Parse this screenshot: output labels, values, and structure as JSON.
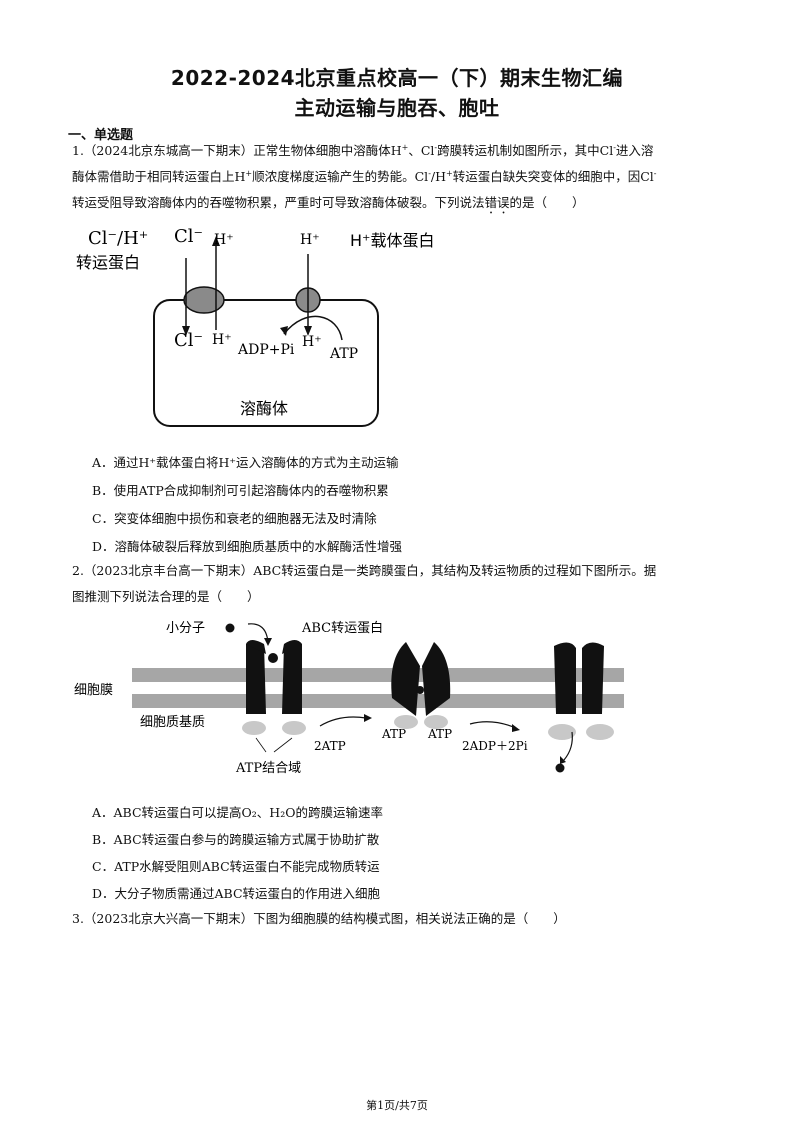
{
  "header": {
    "title_line1": "2022-2024北京重点校高一（下）期末生物汇编",
    "title_line2": "主动运输与胞吞、胞吐"
  },
  "section_title": "一、单选题",
  "q1": {
    "source": "1.（2024北京东城高一下期末）",
    "stem_a": "正常生物体细胞中溶酶体H",
    "stem_b": "、Cl",
    "stem_c": "跨膜转运机制如图所示，其中Cl",
    "stem_d": "进入溶",
    "line2_a": "酶体需借助于相同转运蛋白上H",
    "line2_b": "顺浓度梯度运输产生的势能。Cl",
    "line2_c": "/H",
    "line2_d": "转运蛋白缺失突变体的细胞中，因Cl",
    "line3_a": "转运受阻导致溶酶体内的吞噬物积累，严重时可导致溶酶体破裂。下列说法",
    "line3_emph": "错误",
    "line3_b": "的是（　　）",
    "sup_plus": "+",
    "sup_minus": "-",
    "diagram": {
      "label_cl_h": "Cl⁻/H⁺",
      "label_transporter": "转运蛋白",
      "label_cl_top": "Cl⁻",
      "label_h_top": "H⁺",
      "label_h_top2": "H⁺",
      "label_carrier": "H⁺载体蛋白",
      "label_cl_bottom": "Cl⁻",
      "label_h_bottom": "H⁺",
      "label_adp": "ADP+Pi",
      "label_h_bottom2": "H⁺",
      "label_atp": "ATP",
      "label_lysosome": "溶酶体"
    },
    "options": [
      "A．通过H⁺载体蛋白将H⁺运入溶酶体的方式为主动运输",
      "B．使用ATP合成抑制剂可引起溶酶体内的吞噬物积累",
      "C．突变体细胞中损伤和衰老的细胞器无法及时清除",
      "D．溶酶体破裂后释放到细胞质基质中的水解酶活性增强"
    ]
  },
  "q2": {
    "line1": "2.（2023北京丰台高一下期末）ABC转运蛋白是一类跨膜蛋白，其结构及转运物质的过程如下图所示。据",
    "line2": "图推测下列说法合理的是（　　）",
    "diagram": {
      "label_small_molecule": "小分子",
      "label_abc": "ABC转运蛋白",
      "label_membrane": "细胞膜",
      "label_matrix": "细胞质基质",
      "label_2atp": "2ATP",
      "label_atp1": "ATP",
      "label_atp2": "ATP",
      "label_2adp": "2ADP＋2Pi",
      "label_binding": "ATP结合域"
    },
    "options": [
      "A．ABC转运蛋白可以提高O₂、H₂O的跨膜运输速率",
      "B．ABC转运蛋白参与的跨膜运输方式属于协助扩散",
      "C．ATP水解受阻则ABC转运蛋白不能完成物质转运",
      "D．大分子物质需通过ABC转运蛋白的作用进入细胞"
    ]
  },
  "q3": {
    "line1": "3.（2023北京大兴高一下期末）下图为细胞膜的结构模式图，相关说法正确的是（　　）"
  },
  "footer": "第1页/共7页"
}
